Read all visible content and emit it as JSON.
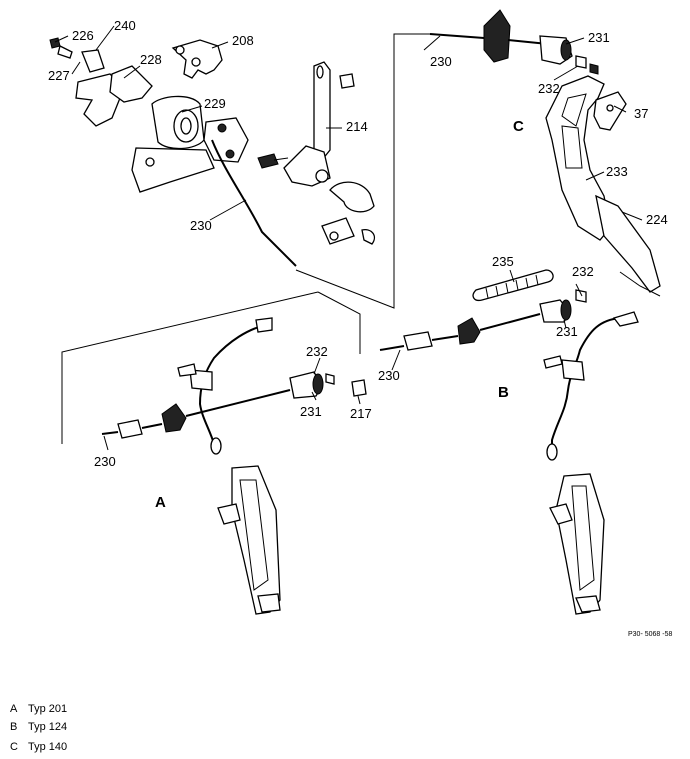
{
  "callouts": {
    "c226": "226",
    "c240": "240",
    "c227": "227",
    "c228": "228",
    "c229": "229",
    "c208": "208",
    "c214": "214",
    "c230a": "230",
    "c230b": "230",
    "c230c": "230",
    "c230d": "230",
    "c231a": "231",
    "c232a": "232",
    "c37": "37",
    "c233": "233",
    "c224": "224",
    "c235": "235",
    "c232b": "232",
    "c231b": "231",
    "c232c": "232",
    "c231c": "231",
    "c217": "217"
  },
  "sections": {
    "a": "A",
    "b": "B",
    "c": "C"
  },
  "drawing_ref": "P30- 5068 -58",
  "legend": [
    {
      "key": "A",
      "label": "Typ 201"
    },
    {
      "key": "B",
      "label": "Typ 124"
    },
    {
      "key": "C",
      "label": "Typ 140"
    }
  ]
}
